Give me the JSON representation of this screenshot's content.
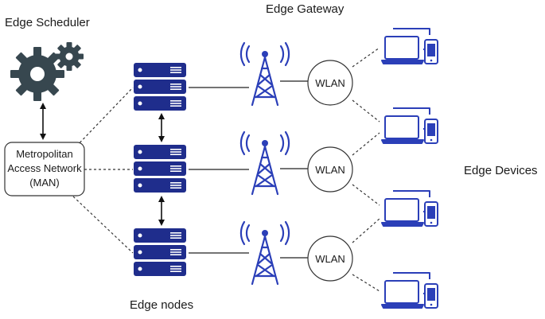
{
  "labels": {
    "edge_scheduler": "Edge Scheduler",
    "edge_gateway": "Edge Gateway",
    "edge_devices": "Edge Devices",
    "edge_nodes": "Edge nodes",
    "man_line1": "Metropolitan",
    "man_line2": "Access Network",
    "man_line3": "(MAN)"
  },
  "wlan": [
    {
      "label": "WLAN"
    },
    {
      "label": "WLAN"
    },
    {
      "label": "WLAN"
    }
  ],
  "colors": {
    "server_blue": "#1f2d8c",
    "tower_blue": "#2b3fb8",
    "device_blue": "#2b3fb8",
    "gear_dark": "#37474f",
    "line": "#222222"
  },
  "icons": {
    "scheduler": "gears-icon",
    "node": "server-rack-icon",
    "gateway": "antenna-tower-icon",
    "device": "laptop-phone-icon"
  }
}
